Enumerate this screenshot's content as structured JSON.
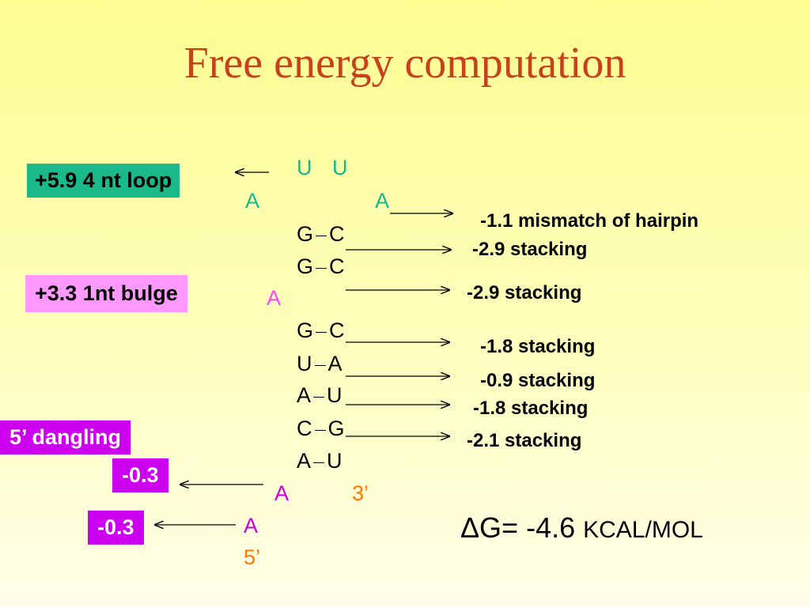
{
  "title": "Free energy computation",
  "loop": {
    "left": "U",
    "right": "U"
  },
  "hairpin_a": {
    "left": "A",
    "right": "A"
  },
  "pairs": [
    {
      "left": "G",
      "right": "C"
    },
    {
      "left": "G",
      "right": "C"
    },
    {
      "left": "G",
      "right": "C"
    },
    {
      "left": "U",
      "right": "A"
    },
    {
      "left": "A",
      "right": "U"
    },
    {
      "left": "C",
      "right": "G"
    },
    {
      "left": "A",
      "right": "U"
    }
  ],
  "bulge_nt": "A",
  "dangling": {
    "three_nt": "A",
    "three_end": "3’",
    "five_nt": "A",
    "five_end": "5’"
  },
  "boxes": {
    "loop": "+5.9 4 nt loop",
    "bulge": "+3.3 1nt bulge",
    "dangling": "5’ dangling",
    "dangling_val1": "-0.3",
    "dangling_val2": "-0.3"
  },
  "energies": [
    "-1.1 mismatch of hairpin",
    "-2.9 stacking",
    "-2.9 stacking",
    "-1.8 stacking",
    "-0.9 stacking",
    "-1.8 stacking",
    "-2.1 stacking"
  ],
  "delta_g": {
    "symbol": "Δ",
    "text": "G= -4.6",
    "unit": "KCAL/MOL"
  },
  "colors": {
    "title": "#c8401c",
    "teal": "#14b890",
    "magenta": "#ff44ff",
    "orange": "#ff7700",
    "purple": "#cc00ee",
    "green_box": "#1ab989",
    "pink_box": "#ff99ff"
  }
}
